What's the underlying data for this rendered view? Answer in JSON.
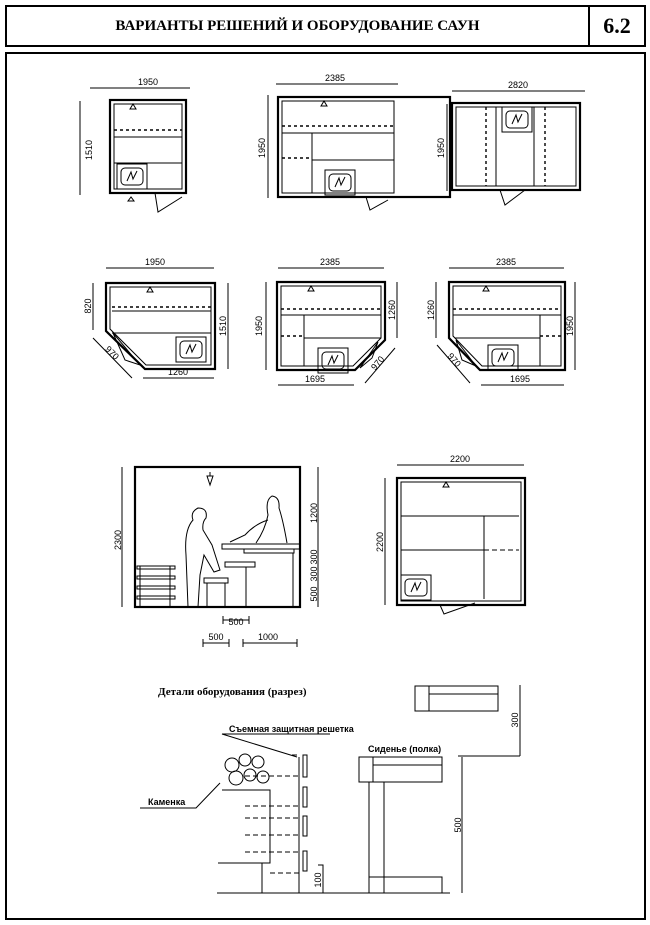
{
  "header": {
    "title": "ВАРИАНТЫ РЕШЕНИЙ И ОБОРУДОВАНИЕ САУН",
    "section_number": "6.2"
  },
  "plans": [
    {
      "width": "1950",
      "depth": "1510"
    },
    {
      "width": "2385",
      "depth": "1950"
    },
    {
      "width": "2820",
      "depth": "1950"
    },
    {
      "width": "1950",
      "side_left": "820",
      "depth": "1510",
      "diagonal": "970",
      "bottom": "1260"
    },
    {
      "width": "2385",
      "depth": "1950",
      "side_right": "1260",
      "diagonal": "970",
      "bottom": "1695"
    },
    {
      "width": "2385",
      "side_left": "1260",
      "depth": "1950",
      "diagonal": "970",
      "bottom": "1695"
    },
    {
      "width": "2200",
      "depth": "2200"
    }
  ],
  "section": {
    "height": "2300",
    "upper": "1200",
    "bench1": "300",
    "bench2": "300",
    "lower": "500",
    "step": "500",
    "bottom_left": "500",
    "bottom_right": "1000"
  },
  "details": {
    "title": "Детали оборудования (разрез)",
    "grille_label": "Съемная защитная решетка",
    "seat_label": "Сиденье (полка)",
    "heater_label": "Каменка",
    "dim_300": "300",
    "dim_500": "500",
    "dim_100": "100"
  }
}
